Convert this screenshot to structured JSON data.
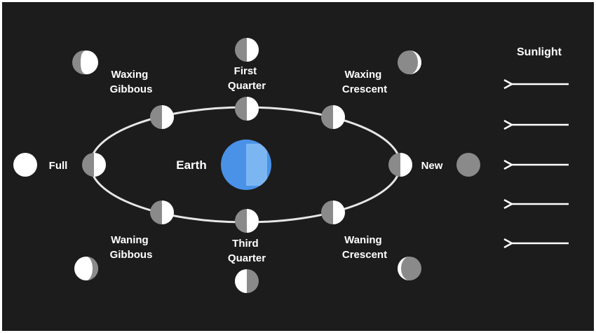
{
  "labels": {
    "sunlight": "Sunlight",
    "earth": "Earth",
    "full": "Full",
    "new": "New",
    "waxing_gibbous": [
      "Waxing",
      "Gibbous"
    ],
    "first_quarter": [
      "First",
      "Quarter"
    ],
    "waxing_crescent": [
      "Waxing",
      "Crescent"
    ],
    "waning_gibbous": [
      "Waning",
      "Gibbous"
    ],
    "third_quarter": [
      "Third",
      "Quarter"
    ],
    "waning_crescent": [
      "Waning",
      "Crescent"
    ]
  },
  "colors": {
    "background": "#1c1c1c",
    "orbit": "#e6e6e6",
    "moon_lit": "#ffffff",
    "moon_dark": "#8a8a8a",
    "earth_dark": "#4a92e8",
    "earth_lit": "#7cb6f2",
    "arrow": "#ffffff"
  }
}
